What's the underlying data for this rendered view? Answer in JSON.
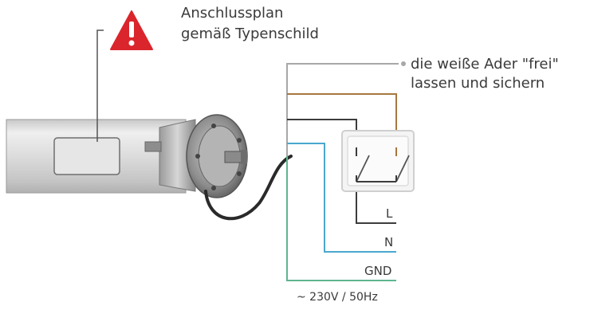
{
  "warning": {
    "line1": "Anschlussplan",
    "line2": "gemäß Typenschild"
  },
  "white_wire_note": {
    "line1": "die weiße Ader \"frei\"",
    "line2": "lassen und sichern"
  },
  "terminals": {
    "L": "L",
    "N": "N",
    "GND": "GND"
  },
  "supply": "~ 230V / 50Hz",
  "colors": {
    "warning_red": "#d9252b",
    "wire_white": "#a8a8a8",
    "wire_brown": "#a6773f",
    "wire_black": "#3c3c3c",
    "wire_blue": "#4aa8cf",
    "wire_green": "#5fb58e",
    "cable": "#2a2a2a",
    "tube": "#d8d8d8"
  },
  "icons": [
    "warning-triangle-icon",
    "tubular-motor",
    "motor-label-plate",
    "double-switch"
  ]
}
